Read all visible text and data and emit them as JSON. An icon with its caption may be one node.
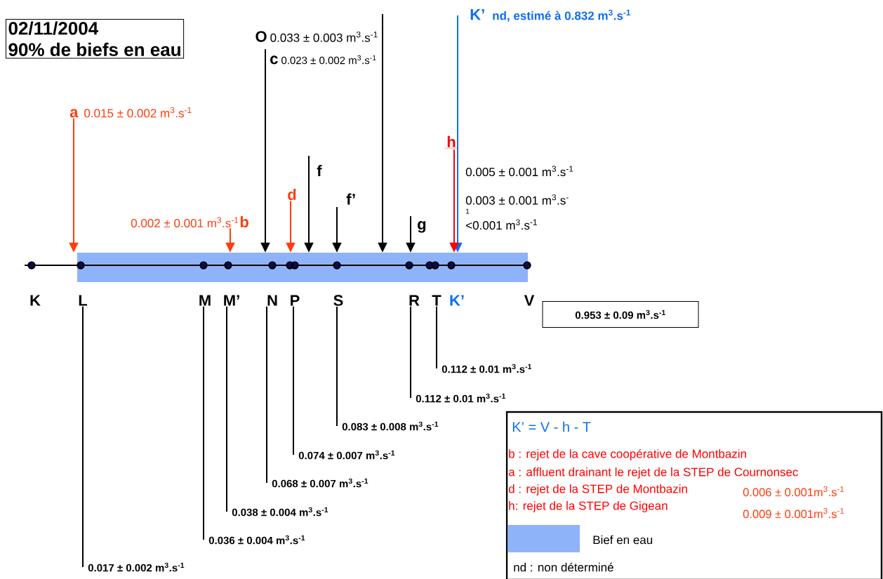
{
  "diagram": {
    "nodes": [
      {
        "text": [
          "02/11/2004",
          "90% de biefs en eau"
        ]
      },
      {
        "text": [
          "K’",
          "nd, estimé à 0.832 m$^{3}$.s$^{-1}$"
        ]
      },
      {
        "text": [
          "O",
          "0.033 ± 0.003 m$^{3}$.s$^{-1}$"
        ]
      },
      {
        "text": [
          "c",
          "0.023 ± 0.002 m$^{3}$.s$^{-1}$"
        ]
      },
      {
        "text": [
          "a",
          "0.015 ± 0.002 m$^{3}$.s$^{-1}$"
        ]
      },
      {
        "text": [
          "h"
        ]
      },
      {
        "text": [
          "f",
          "0.005 ± 0.001 m$^{3}$.s$^{-1}$"
        ]
      },
      {
        "text": [
          "d"
        ]
      },
      {
        "text": [
          "f’",
          "0.003 ± 0.001 m$^{3}$.s$^{-}$",
          "1"
        ]
      },
      {
        "text": [
          "0.002 ± 0.001 m$^{3}$.s$^{-1}$",
          "b"
        ]
      },
      {
        "text": [
          "g",
          "<0.001 m$^{3}$.s$^{-1}$"
        ]
      },
      {
        "text": [],
        "shape": "bar"
      },
      {
        "text": [
          "L"
        ]
      },
      {
        "text": [
          "M"
        ]
      },
      {
        "text": [
          "M’"
        ]
      },
      {
        "text": [
          "N"
        ]
      },
      {
        "text": [
          "P"
        ]
      },
      {
        "text": [
          "S"
        ]
      },
      {
        "text": [
          "R"
        ]
      },
      {
        "text": [
          "T"
        ]
      },
      {
        "text": [
          "0.953 ± 0.09 m$^{3}$.s$^{-1}$"
        ]
      },
      {
        "text": [
          "0.112 ± 0.01 m$^{3}$.s$^{-1}$"
        ]
      },
      {
        "text": [
          "0.112 ± 0.01 m$^{3}$.s$^{-1}$"
        ]
      },
      {
        "text": [
          "0.083 ± 0.008 m$^{3}$.s$^{-1}$"
        ]
      },
      {
        "text": [
          "0.074 ± 0.007 m$^{3}$.s$^{-1}$"
        ]
      },
      {
        "text": [
          "0.068 ± 0.007 m$^{3}$.s$^{-1}$"
        ]
      },
      {
        "text": [
          "0.038 ± 0.004 m$^{3}$.s$^{-1}$"
        ]
      },
      {
        "text": [
          "0.036 ± 0.004 m$^{3}$.s$^{-1}$"
        ]
      },
      {
        "text": [
          "0.017 ± 0.002 m$^{3}$.s$^{-1}$"
        ]
      }
    ],
    "edges": [
      {
        "from": 1,
        "to": 11,
        "arrow": "to",
        "color": "#0f6ef0"
      },
      {
        "from": 2,
        "to": 11,
        "arrow": "to"
      },
      {
        "from": 3,
        "to": 11,
        "arrow": "to"
      },
      {
        "from": 4,
        "to": 11,
        "arrow": "to",
        "color": "#ff3d0f"
      },
      {
        "from": 5,
        "to": 11,
        "arrow": "to",
        "color": "#ff0000"
      },
      {
        "from": 6,
        "to": 11,
        "arrow": "to"
      },
      {
        "from": 7,
        "to": 11,
        "arrow": "to",
        "color": "#ff3d0f"
      },
      {
        "from": 8,
        "to": 11,
        "arrow": "to"
      },
      {
        "from": 9,
        "to": 11,
        "arrow": "to",
        "color": "#ff3d0f"
      },
      {
        "from": 10,
        "to": 11,
        "arrow": "to"
      },
      {
        "from": 12,
        "to": 28,
        "arrow": "none"
      },
      {
        "from": 13,
        "to": 27,
        "arrow": "none"
      },
      {
        "from": 14,
        "to": 26,
        "arrow": "none"
      },
      {
        "from": 15,
        "to": 25,
        "arrow": "none"
      },
      {
        "from": 16,
        "to": 24,
        "arrow": "none"
      },
      {
        "from": 17,
        "to": 23,
        "arrow": "none"
      },
      {
        "from": 18,
        "to": 22,
        "arrow": "none"
      },
      {
        "from": 19,
        "to": 21,
        "arrow": "none"
      }
    ],
    "labels": [
      "K",
      "K’",
      "V",
      "K’ = V - h - T",
      "b : rejet de la cave coopérative de Montbazin",
      "a : affluent drainant le rejet de la STEP de Cournonsec",
      "d : rejet de la STEP de Montbazin",
      "0.006 ± 0.001m$^{3}$.s$^{-1}$",
      "h:  rejet de la STEP de Gigean",
      "0.009 ± 0.001m$^{3}$.s$^{-1}$",
      "nd : non déterminé"
    ],
    "legend": [
      {
        "text": "Bief en eau",
        "color": "#8fb3f9"
      }
    ]
  }
}
